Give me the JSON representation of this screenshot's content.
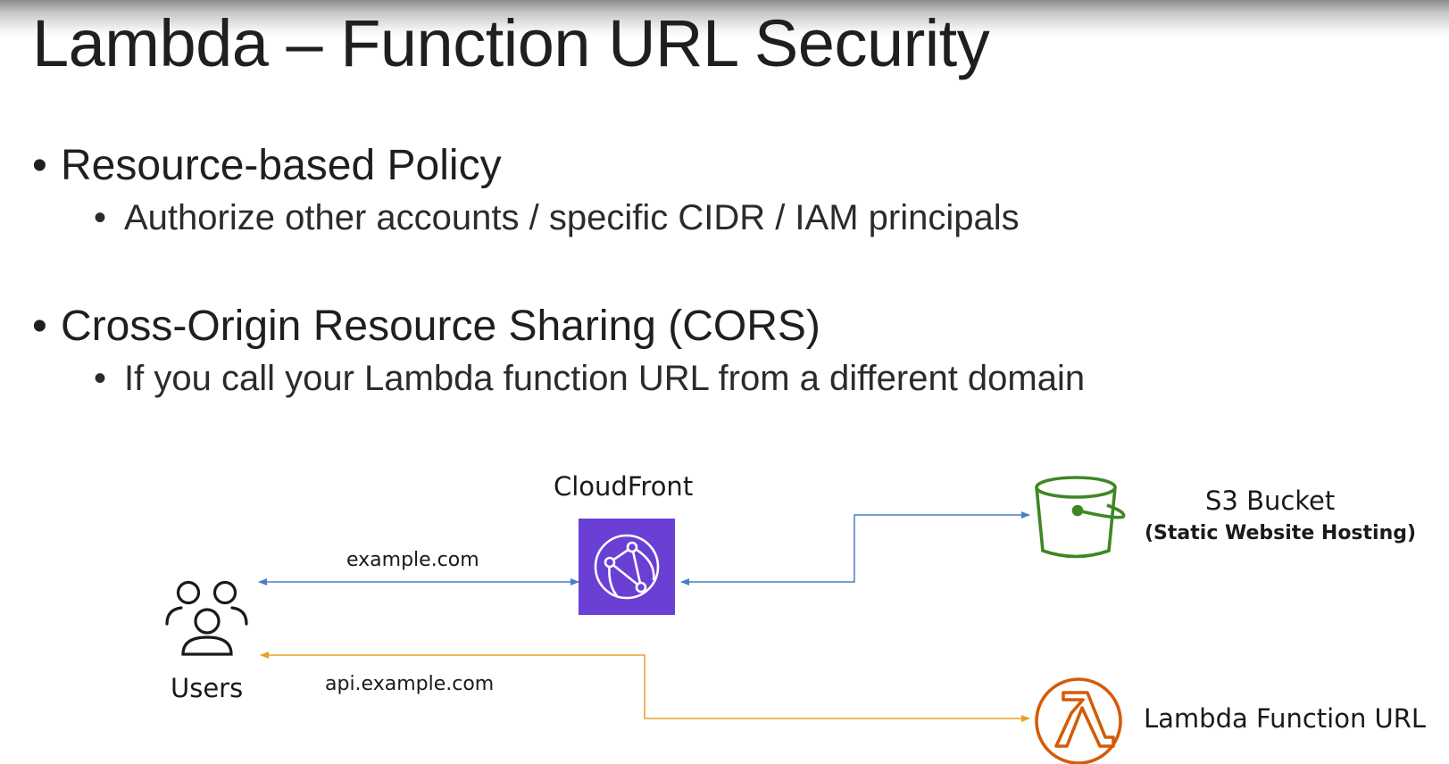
{
  "slide": {
    "title": "Lambda – Function URL Security"
  },
  "bullets": [
    {
      "text": "Resource-based Policy",
      "sub": "Authorize other accounts / specific CIDR / IAM principals"
    },
    {
      "text": "Cross-Origin Resource Sharing (CORS)",
      "sub": "If you call your Lambda function URL from a different domain"
    }
  ],
  "diagram": {
    "users_label": "Users",
    "cloudfront_label": "CloudFront",
    "s3_label": "S3 Bucket",
    "s3_sublabel": "(Static Website Hosting)",
    "lambda_label": "Lambda Function URL",
    "edge_users_cloudfront": "example.com",
    "edge_users_lambda": "api.example.com",
    "colors": {
      "cloudfront_bg": "#6a3fd4",
      "s3_green": "#3f8624",
      "lambda_orange": "#d45b07",
      "blue_arrow": "#4a7fc6",
      "orange_arrow": "#e6a12a"
    },
    "icons": [
      "users-icon",
      "cloudfront-icon",
      "s3-bucket-icon",
      "lambda-icon"
    ]
  }
}
